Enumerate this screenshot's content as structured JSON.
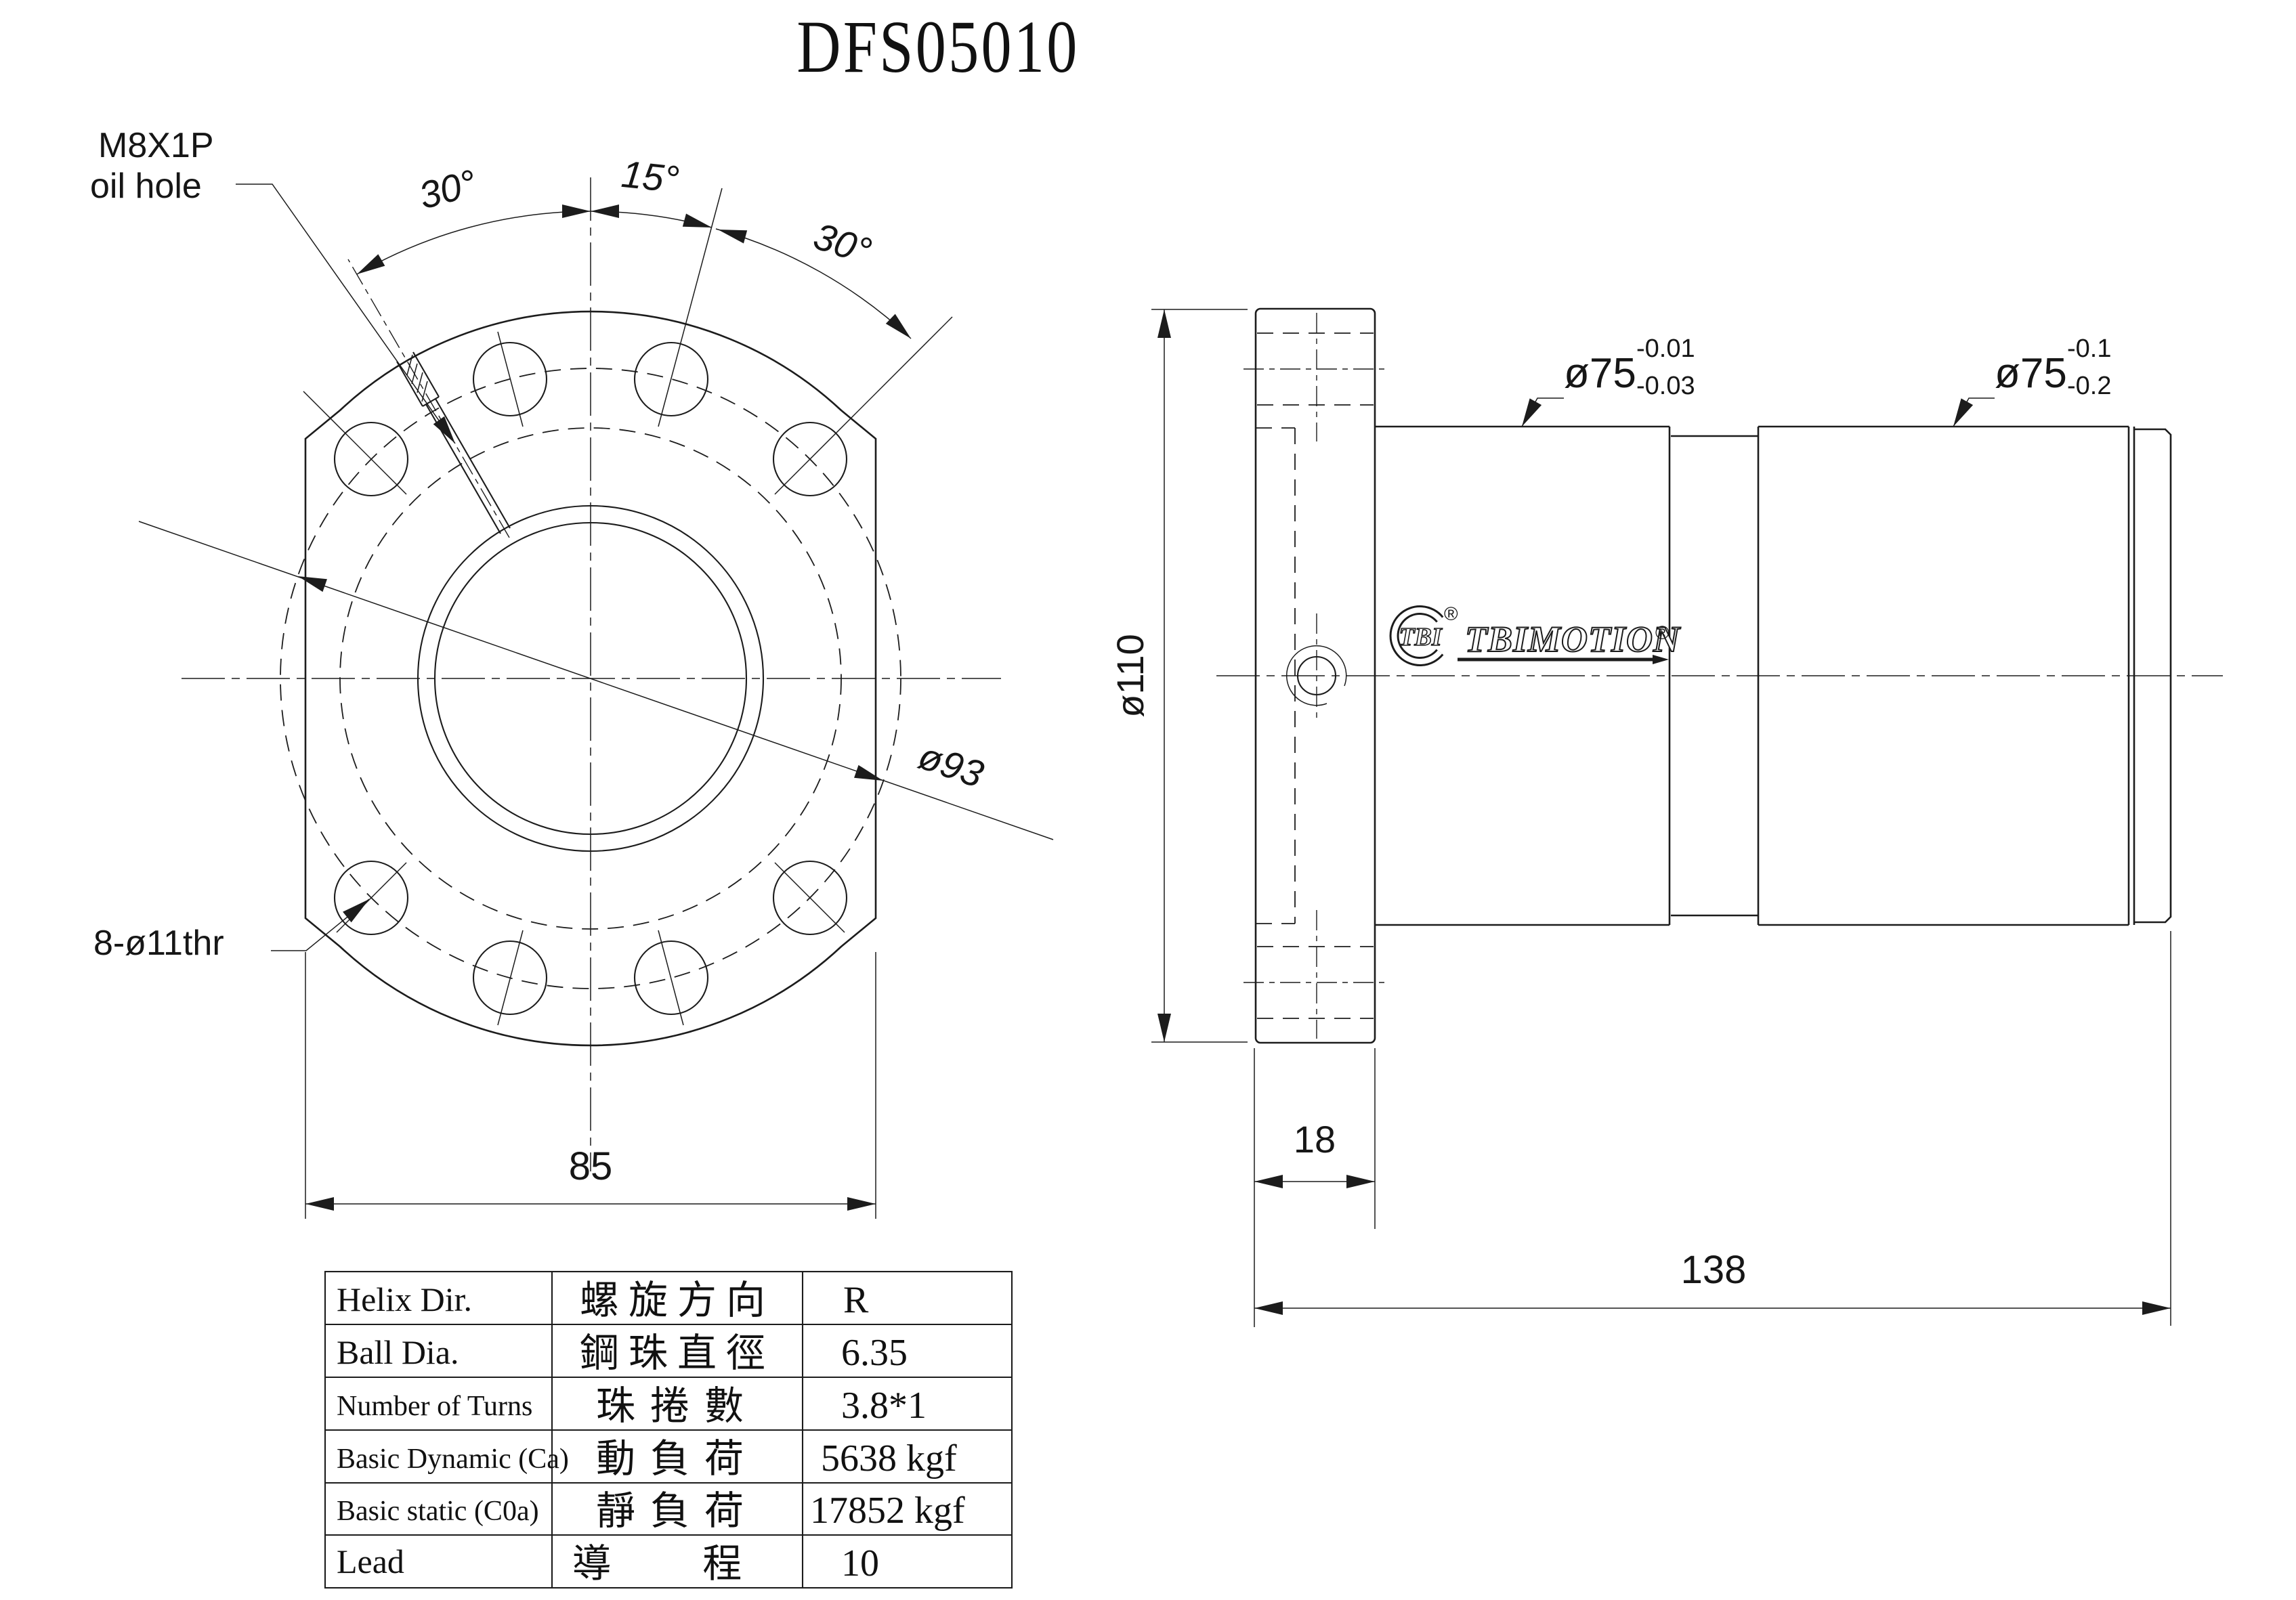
{
  "title": "DFS05010",
  "front_view": {
    "labels": {
      "angle_left": "30°",
      "angle_center": "15°",
      "angle_right": "30°",
      "oil_hole_line1": "M8X1P",
      "oil_hole_line2": "oil hole",
      "bolt_circle_dia": "ø93",
      "bolt_holes": "8-ø11thr",
      "flat_width": "85"
    }
  },
  "side_view": {
    "labels": {
      "flange_dia": "ø110",
      "flange_thickness": "18",
      "total_length": "138",
      "pilot_dia": "ø75",
      "pilot_tol_upper": "-0.01",
      "pilot_tol_lower": "-0.03",
      "body_dia": "ø75",
      "body_tol_upper": "-0.1",
      "body_tol_lower": "-0.2"
    },
    "logo": {
      "emblem_text": "TBI",
      "brand": "TBIMOTION",
      "registered": "®"
    }
  },
  "spec_table": {
    "rows": [
      {
        "en": "Helix  Dir.",
        "zh": "螺旋方向",
        "value": "R"
      },
      {
        "en": "Ball Dia.",
        "zh": "鋼珠直徑",
        "value": "6.35"
      },
      {
        "en": "Number of Turns",
        "zh": "珠捲數",
        "value": "3.8*1"
      },
      {
        "en": "Basic Dynamic (Ca)",
        "zh": "動負荷",
        "value": "5638 kgf"
      },
      {
        "en": "Basic static (C0a)",
        "zh": "靜負荷",
        "value": "17852 kgf"
      },
      {
        "en": "Lead",
        "zh": "導 程",
        "value": "10"
      }
    ]
  }
}
